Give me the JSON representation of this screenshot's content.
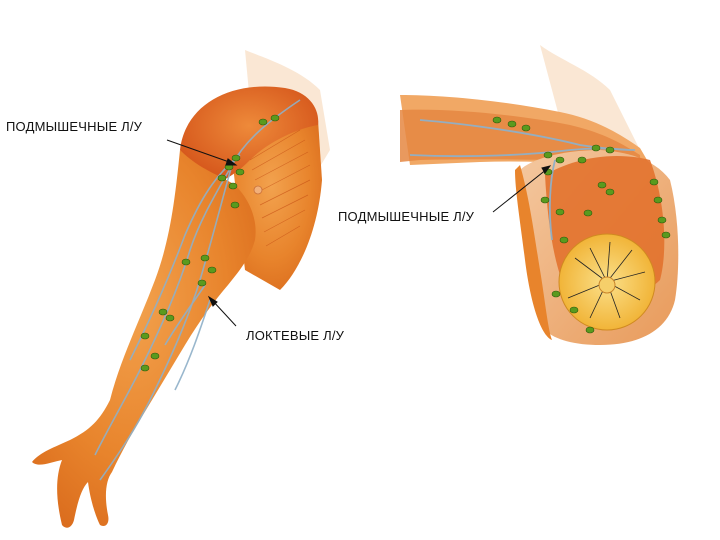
{
  "labels": {
    "axillary_left": "ПОДМЫШЕЧНЫЕ Л/У",
    "axillary_right": "ПОДМЫШЕЧНЫЕ Л/У",
    "cubital": "ЛОКТЕВЫЕ Л/У"
  },
  "colors": {
    "skin": "#e8842c",
    "muscle": "#d9601c",
    "lymph_vessel": "#8fb0c8",
    "lymph_node": "#5a9a1e",
    "gland": "#f6c24a",
    "pale_skin": "#f4cfa8"
  }
}
